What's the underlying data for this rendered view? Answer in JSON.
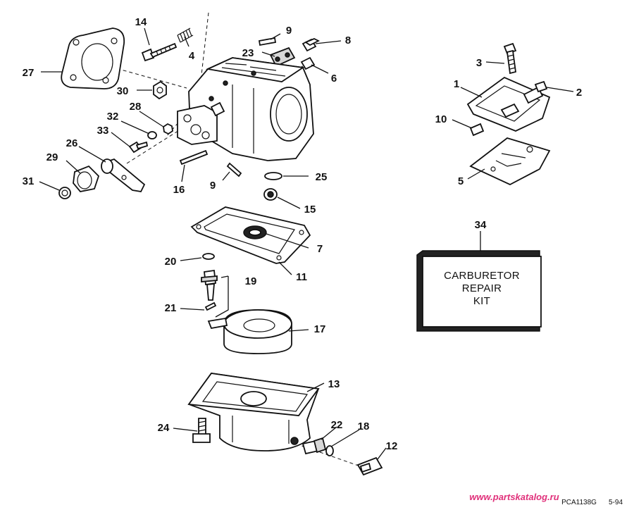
{
  "parts": [
    {
      "key": "p1",
      "number": "1"
    },
    {
      "key": "p2",
      "number": "2"
    },
    {
      "key": "p3",
      "number": "3"
    },
    {
      "key": "p4",
      "number": "4"
    },
    {
      "key": "p5",
      "number": "5"
    },
    {
      "key": "p6",
      "number": "6"
    },
    {
      "key": "p7",
      "number": "7"
    },
    {
      "key": "p8",
      "number": "8"
    },
    {
      "key": "p9a",
      "number": "9"
    },
    {
      "key": "p9b",
      "number": "9"
    },
    {
      "key": "p10",
      "number": "10"
    },
    {
      "key": "p11",
      "number": "11"
    },
    {
      "key": "p12",
      "number": "12"
    },
    {
      "key": "p13",
      "number": "13"
    },
    {
      "key": "p14",
      "number": "14"
    },
    {
      "key": "p15",
      "number": "15"
    },
    {
      "key": "p16",
      "number": "16"
    },
    {
      "key": "p17",
      "number": "17"
    },
    {
      "key": "p18",
      "number": "18"
    },
    {
      "key": "p19",
      "number": "19"
    },
    {
      "key": "p20",
      "number": "20"
    },
    {
      "key": "p21",
      "number": "21"
    },
    {
      "key": "p22",
      "number": "22"
    },
    {
      "key": "p23",
      "number": "23"
    },
    {
      "key": "p24",
      "number": "24"
    },
    {
      "key": "p25",
      "number": "25"
    },
    {
      "key": "p26",
      "number": "26"
    },
    {
      "key": "p27",
      "number": "27"
    },
    {
      "key": "p28",
      "number": "28"
    },
    {
      "key": "p29",
      "number": "29"
    },
    {
      "key": "p30",
      "number": "30"
    },
    {
      "key": "p31",
      "number": "31"
    },
    {
      "key": "p32",
      "number": "32"
    },
    {
      "key": "p33",
      "number": "33"
    },
    {
      "key": "p34",
      "number": "34"
    }
  ],
  "repair_kit": {
    "line1": "CARBURETOR",
    "line2": "REPAIR",
    "line3": "KIT"
  },
  "watermark": "www.partskatalog.ru",
  "drawing_code": "PCA1138G",
  "drawing_date": "5-94",
  "colors": {
    "line": "#111111",
    "watermark": "#e0307a",
    "kit_face": "#ffffff",
    "kit_shadow": "#222222"
  }
}
